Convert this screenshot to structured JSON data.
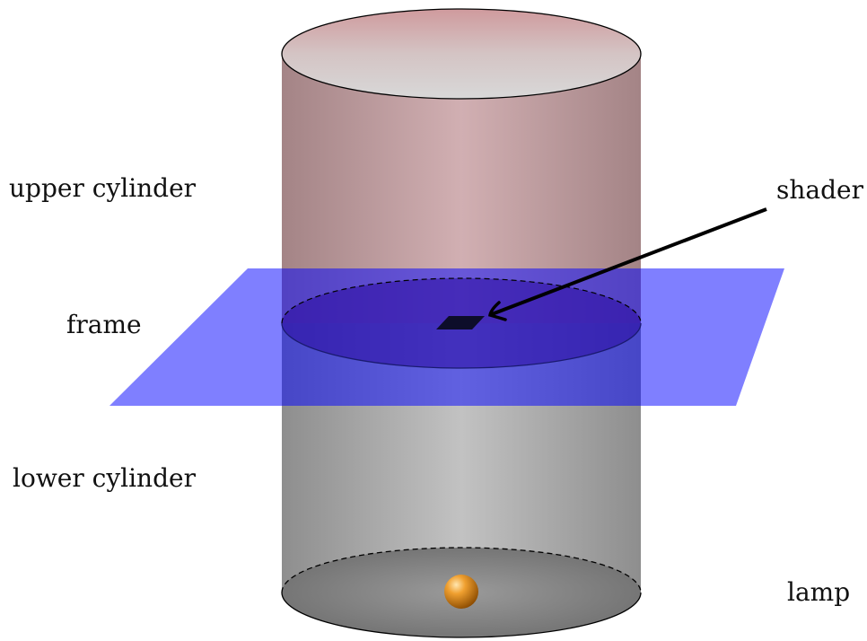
{
  "labels": {
    "upper_cylinder": "upper cylinder",
    "frame": "frame",
    "lower_cylinder": "lower cylinder",
    "shader": "shader",
    "lamp": "lamp"
  },
  "colors": {
    "upper_cylinder": "#c7a3a6",
    "lower_cylinder": "#b8b8b8",
    "frame_plane": "#0000ff",
    "frame_disk": "#2a0aa0",
    "shader_patch": "#0d0d2a",
    "lamp": "#e88a00",
    "arrow": "#000000"
  }
}
